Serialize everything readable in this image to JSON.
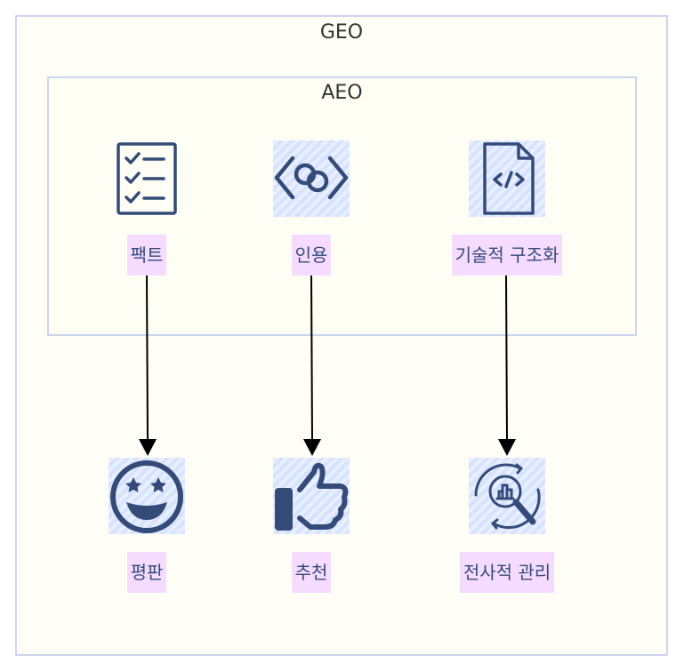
{
  "groups": {
    "geo": "GEO",
    "aeo": "AEO"
  },
  "nodes": {
    "fact": {
      "label": "팩트",
      "icon": "checklist-icon"
    },
    "citation": {
      "label": "인용",
      "icon": "code-link-icon"
    },
    "tech": {
      "label": "기술적 구조화",
      "icon": "code-file-icon"
    },
    "reputation": {
      "label": "평판",
      "icon": "star-eyes-smile-icon"
    },
    "recommend": {
      "label": "추천",
      "icon": "thumbs-up-icon"
    },
    "enterprise": {
      "label": "전사적 관리",
      "icon": "analytics-search-icon"
    }
  },
  "colors": {
    "icon": "#344b78",
    "hatch": "#dce8ff",
    "label_bg": "#f5dcff",
    "border": "#cdd6ee"
  }
}
